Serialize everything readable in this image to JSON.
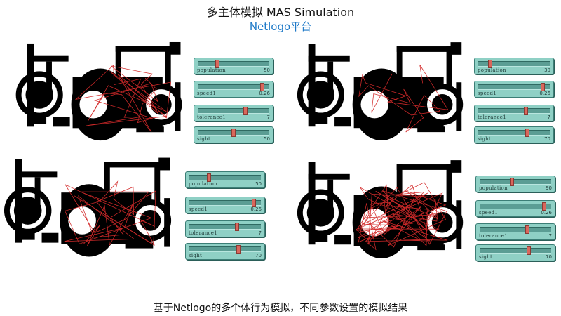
{
  "header": {
    "title": "多主体模拟 MAS Simulation",
    "subtitle": "Netlogo平台"
  },
  "caption": "基于Netlogo的多个体行为模拟，不同参数设置的模拟结果",
  "colors": {
    "subtitle": "#1f7ac8",
    "slider_bg": "#8fd0c5",
    "trail": "#d42a2a",
    "map": "#000000"
  },
  "panels": [
    {
      "id": "top-left",
      "sliders": [
        {
          "label": "population",
          "value": "50",
          "fraction": 0.26
        },
        {
          "label": "speed1",
          "value": "0.26",
          "fraction": 0.93
        },
        {
          "label": "tolerance1",
          "value": "7",
          "fraction": 0.68
        },
        {
          "label": "sight",
          "value": "50",
          "fraction": 0.5
        }
      ]
    },
    {
      "id": "top-right",
      "sliders": [
        {
          "label": "population",
          "value": "30",
          "fraction": 0.15
        },
        {
          "label": "speed1",
          "value": "0.26",
          "fraction": 0.93
        },
        {
          "label": "tolerance1",
          "value": "7",
          "fraction": 0.68
        },
        {
          "label": "sight",
          "value": "70",
          "fraction": 0.7
        }
      ]
    },
    {
      "id": "bottom-left",
      "sliders": [
        {
          "label": "population",
          "value": "50",
          "fraction": 0.26
        },
        {
          "label": "speed1",
          "value": "0.26",
          "fraction": 0.93
        },
        {
          "label": "tolerance1",
          "value": "7",
          "fraction": 0.68
        },
        {
          "label": "sight",
          "value": "70",
          "fraction": 0.7
        }
      ]
    },
    {
      "id": "bottom-right",
      "sliders": [
        {
          "label": "population",
          "value": "90",
          "fraction": 0.45
        },
        {
          "label": "speed1",
          "value": "0.26",
          "fraction": 0.93
        },
        {
          "label": "tolerance1",
          "value": "7",
          "fraction": 0.68
        },
        {
          "label": "sight",
          "value": "70",
          "fraction": 0.7
        }
      ]
    }
  ]
}
